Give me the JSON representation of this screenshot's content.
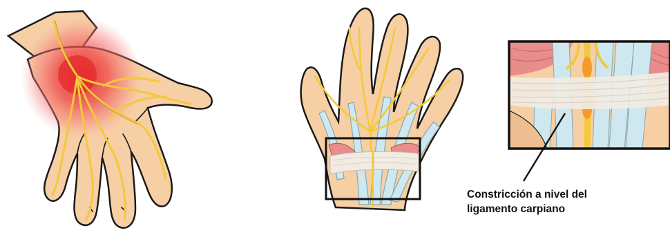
{
  "figure": {
    "panels": [
      "hand-pain-illustration",
      "hand-anatomy-illustration",
      "carpal-ligament-zoom"
    ],
    "caption_lines": [
      "Constricción a nivel del",
      "ligamento carpiano"
    ]
  },
  "colors": {
    "skin": "#f6cfa4",
    "skin_shadow": "#e6b083",
    "inflamed": "#ef5a5a",
    "nerve": "#f3c93a",
    "tendon": "#cfe8ef",
    "ligament": "#f1ebe3",
    "muscle": "#e88c8c",
    "outline": "#1a1a1a"
  }
}
